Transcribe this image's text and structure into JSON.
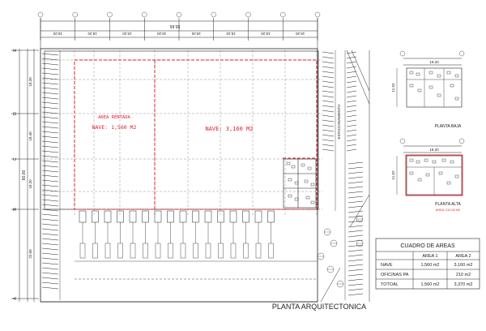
{
  "drawing_title": "PLANTA ARQUITECTONICA",
  "zones": {
    "rented_area_label": "AREA RENTADA",
    "rented_area_value": "NAVE: 1,560 M2",
    "main_hall_value": "NAVE: 3,160 M2",
    "parking_label": "ESTACIONAMIENTO"
  },
  "top_dims": [
    "18.20",
    "18.20",
    "18.20",
    "18.20",
    "18.20",
    "18.20",
    "18.20",
    "18.20"
  ],
  "top_total": "55.66",
  "axis_left": [
    "E",
    "D",
    "C",
    "B",
    "A"
  ],
  "left_dims": [
    "18.20",
    "18.40",
    "18.20",
    "22.00"
  ],
  "left_total": "60.00",
  "detail_top": {
    "title": "PLANTA BAJA",
    "dim_w": "18.20",
    "dim_h": "11.52"
  },
  "detail_bottom": {
    "title": "PLANTA ALTA",
    "note": "AREA: 210.00 M2",
    "dim_w": "18.20",
    "dim_h": "11.52"
  },
  "area_table": {
    "title": "CUADRO DE AREAS",
    "headers": [
      "",
      "AREA 1",
      "AREA 2"
    ],
    "rows": [
      [
        "NAVE",
        "1,560 m2",
        "3,160 m2"
      ],
      [
        "OFICINAS PA",
        "",
        "210 m2"
      ],
      [
        "TOTOAL",
        "1,560 m2",
        "3,370 m2"
      ]
    ]
  },
  "colors": {
    "line": "#1a1a1a",
    "accent": "#e0202a",
    "grid": "#555555"
  }
}
